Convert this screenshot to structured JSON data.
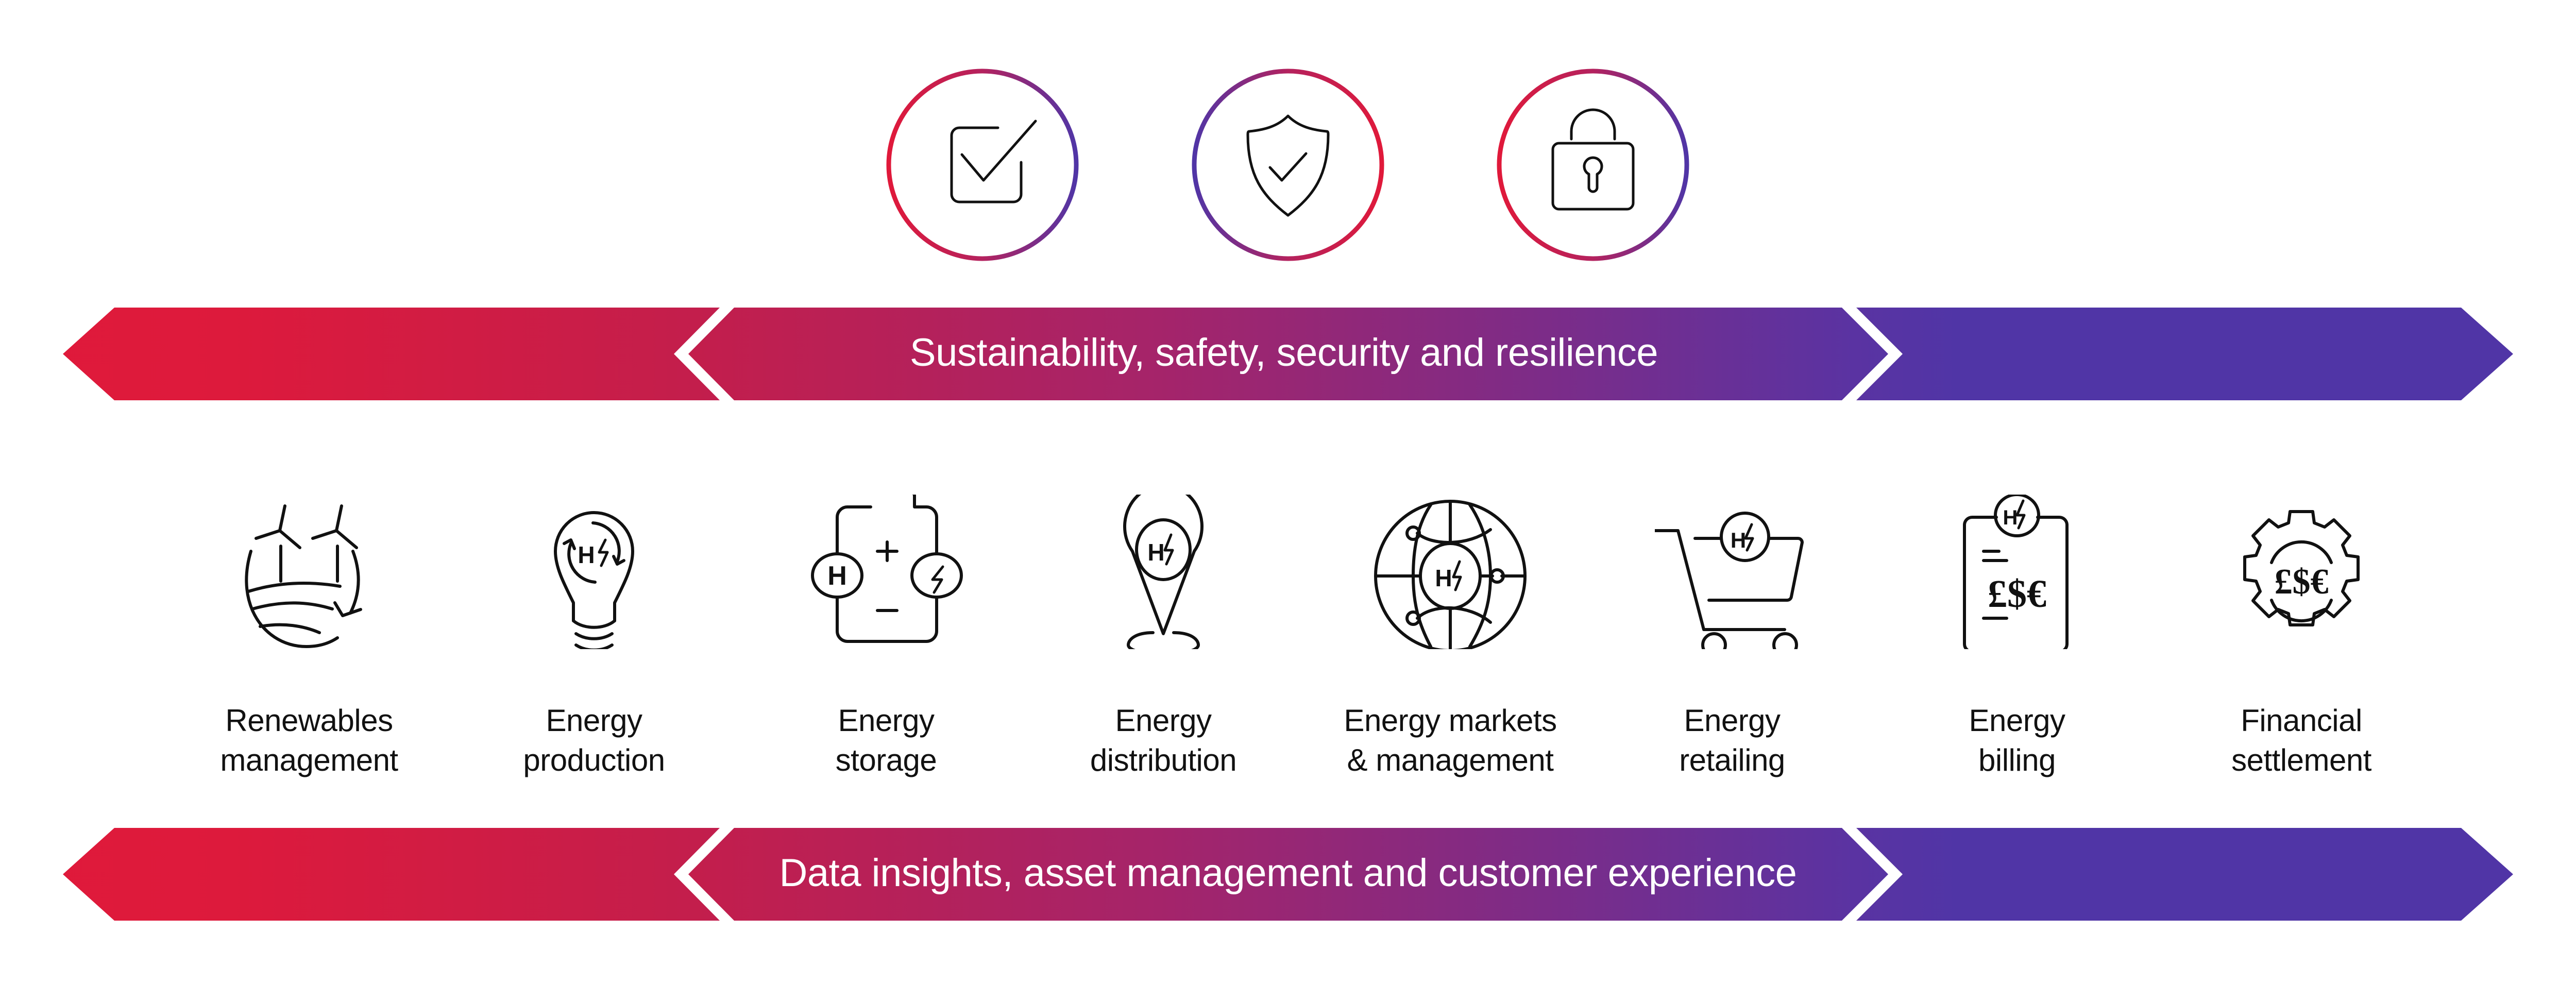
{
  "colors": {
    "red": "#E0193A",
    "magenta": "#B32259",
    "purple": "#5035A6",
    "icon_stroke": "#111111",
    "text_dark": "#111111",
    "text_light": "#FFFFFF"
  },
  "top_badges": [
    {
      "id": "compliance",
      "icon": "checkbox-check-icon",
      "gradient": "red-to-purple"
    },
    {
      "id": "safety",
      "icon": "shield-check-icon",
      "gradient": "purple-to-red"
    },
    {
      "id": "security",
      "icon": "padlock-icon",
      "gradient": "red-to-purple"
    }
  ],
  "top_band": {
    "label": "Sustainability, safety, security and resilience"
  },
  "stages": [
    {
      "icon": "wind-turbines-landscape-cycle-icon",
      "line1": "Renewables",
      "line2": "management"
    },
    {
      "icon": "lightbulb-hydrogen-cycle-icon",
      "line1": "Energy",
      "line2": "production",
      "glyph": "Hϟ"
    },
    {
      "icon": "battery-hydrogen-electric-icon",
      "line1": "Energy",
      "line2": "storage",
      "glyph_left": "H",
      "plus": "+",
      "minus": "−"
    },
    {
      "icon": "map-pin-hydrogen-icon",
      "line1": "Energy",
      "line2": "distribution"
    },
    {
      "icon": "globe-network-hydrogen-icon",
      "line1": "Energy markets",
      "line2": "& management"
    },
    {
      "icon": "shopping-cart-hydrogen-icon",
      "line1": "Energy",
      "line2": "retailing"
    },
    {
      "icon": "invoice-currency-hydrogen-icon",
      "line1": "Energy",
      "line2": "billing",
      "currency": "£$€"
    },
    {
      "icon": "gear-currency-icon",
      "line1": "Financial",
      "line2": "settlement",
      "currency": "£$€"
    }
  ],
  "bottom_band": {
    "label": "Data insights, asset management and customer experience"
  },
  "glyphs": {
    "h": "H",
    "currency": "£$€"
  }
}
